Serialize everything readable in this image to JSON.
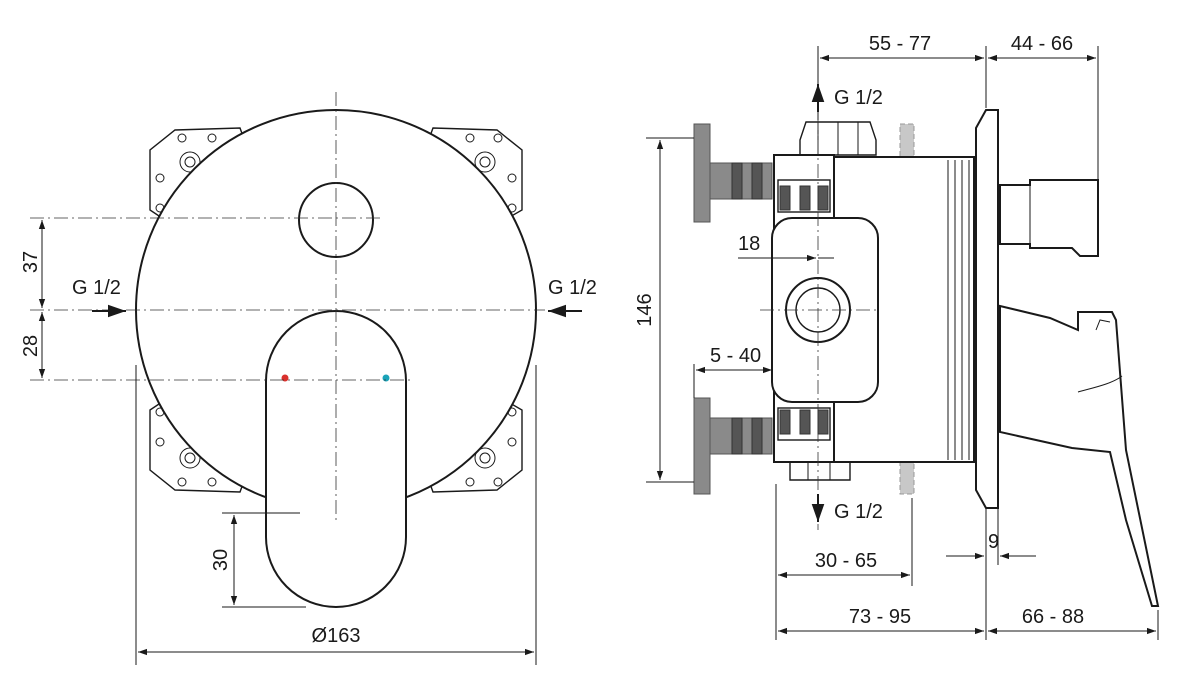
{
  "dimensions": {
    "front_37": "37",
    "front_28": "28",
    "front_30": "30",
    "front_diameter": "Ø163",
    "side_55_77": "55 - 77",
    "side_44_66": "44 - 66",
    "side_146": "146",
    "side_18": "18",
    "side_5_40": "5 - 40",
    "side_30_65": "30 - 65",
    "side_9": "9",
    "side_73_95": "73 - 95",
    "side_66_88": "66 - 88"
  },
  "connections": {
    "front_left": "G 1/2",
    "front_right": "G 1/2",
    "side_top": "G 1/2",
    "side_bottom": "G 1/2"
  },
  "colors": {
    "hot_marker": "#d9302c",
    "cold_marker": "#1aa3b8",
    "line": "#1a1a1a"
  }
}
